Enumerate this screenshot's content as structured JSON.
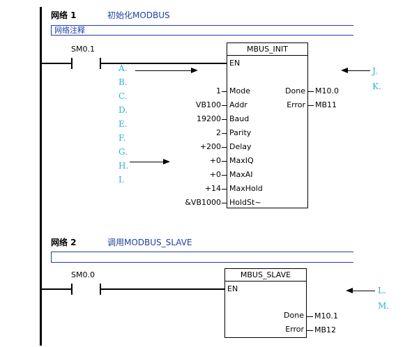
{
  "network1": {
    "label": "网络 1",
    "title": "初始化MODBUS",
    "comment": "网络注释",
    "contact": "SM0.1",
    "block": {
      "title": "MBUS_INIT",
      "inputs": [
        {
          "pin": "EN",
          "value": ""
        },
        {
          "pin": "Mode",
          "value": "1"
        },
        {
          "pin": "Addr",
          "value": "VB100"
        },
        {
          "pin": "Baud",
          "value": "19200"
        },
        {
          "pin": "Parity",
          "value": "2"
        },
        {
          "pin": "Delay",
          "value": "+200"
        },
        {
          "pin": "MaxIQ",
          "value": "+0"
        },
        {
          "pin": "MaxAI",
          "value": "+0"
        },
        {
          "pin": "MaxHold",
          "value": "+14"
        },
        {
          "pin": "HoldSt~",
          "value": "&VB1000"
        }
      ],
      "outputs": [
        {
          "pin": "Done",
          "value": "M10.0"
        },
        {
          "pin": "Error",
          "value": "MB11"
        }
      ]
    }
  },
  "network2": {
    "label": "网络 2",
    "title": "调用MODBUS_SLAVE",
    "comment": "",
    "contact": "SM0.0",
    "block": {
      "title": "MBUS_SLAVE",
      "inputs": [
        {
          "pin": "EN",
          "value": ""
        }
      ],
      "outputs": [
        {
          "pin": "Done",
          "value": "M10.1"
        },
        {
          "pin": "Error",
          "value": "MB12"
        }
      ]
    }
  },
  "annotations": {
    "left": [
      "A.",
      "B.",
      "C.",
      "D.",
      "E.",
      "F.",
      "G.",
      "H.",
      "I."
    ],
    "right1": [
      "J.",
      "K."
    ],
    "right2": [
      "L.",
      "M."
    ]
  },
  "colors": {
    "network_title": "#1a3fa8",
    "annotation": "#2ab3cf",
    "line": "#000000"
  }
}
